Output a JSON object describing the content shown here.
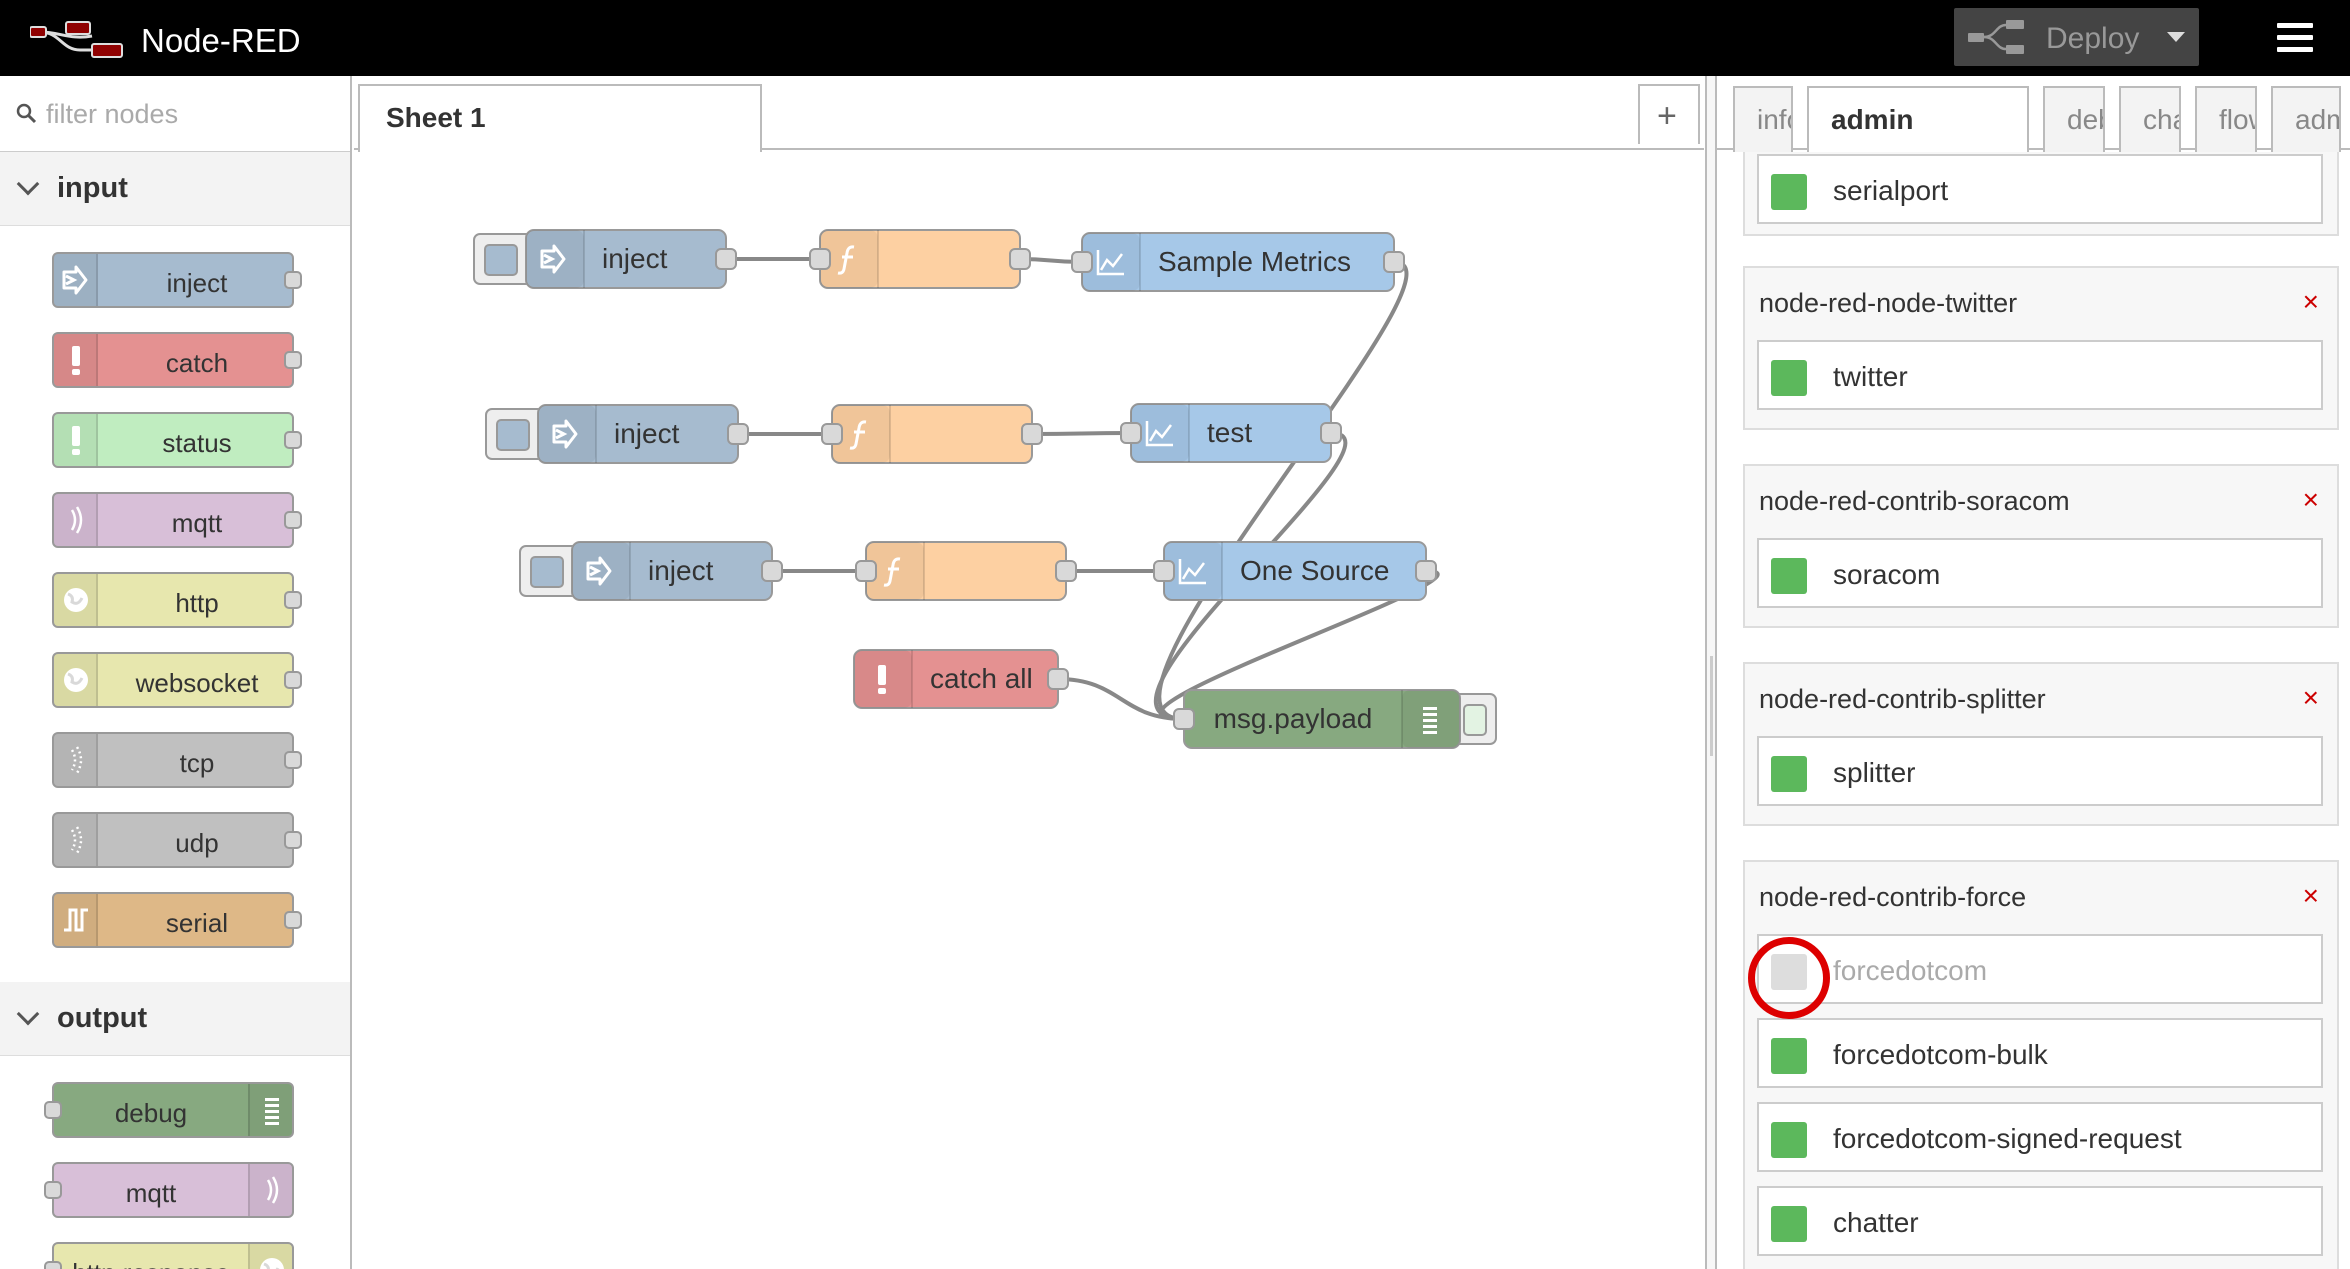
{
  "app": {
    "title": "Node-RED",
    "brand_color": "#8f0000"
  },
  "header": {
    "deploy_label": "Deploy",
    "menu_icon": "hamburger-menu-icon"
  },
  "palette": {
    "search_placeholder": "filter nodes",
    "categories": [
      {
        "label": "input",
        "nodes": [
          {
            "label": "inject",
            "color": "#a6bbcf",
            "icon": "inject-icon"
          },
          {
            "label": "catch",
            "color": "#e49191",
            "icon": "alert-icon"
          },
          {
            "label": "status",
            "color": "#c0edc0",
            "icon": "alert-icon"
          },
          {
            "label": "mqtt",
            "color": "#d8bfd8",
            "icon": "bridge-icon"
          },
          {
            "label": "http",
            "color": "#e7e7ae",
            "icon": "globe-icon"
          },
          {
            "label": "websocket",
            "color": "#e7e7ae",
            "icon": "globe-icon"
          },
          {
            "label": "tcp",
            "color": "#c0c0c0",
            "icon": "bridge-dash-icon"
          },
          {
            "label": "udp",
            "color": "#c0c0c0",
            "icon": "bridge-dash-icon"
          },
          {
            "label": "serial",
            "color": "#deb887",
            "icon": "serial-icon"
          }
        ]
      },
      {
        "label": "output",
        "nodes": [
          {
            "label": "debug",
            "color": "#87a980",
            "icon": "debug-icon"
          },
          {
            "label": "mqtt",
            "color": "#d8bfd8",
            "icon": "bridge-icon"
          },
          {
            "label": "http response",
            "color": "#e7e7ae",
            "icon": "globe-icon"
          }
        ]
      }
    ]
  },
  "workspace": {
    "tabs": [
      {
        "label": "Sheet 1"
      }
    ],
    "add_tab_label": "+",
    "flow_nodes": [
      {
        "id": "inj1",
        "label": "inject",
        "type": "inject",
        "color": "#a6bbcf"
      },
      {
        "id": "fn1",
        "label": "",
        "type": "function",
        "color": "#fdd0a2"
      },
      {
        "id": "chart1",
        "label": "Sample Metrics",
        "type": "chart",
        "color": "#a6c8e8"
      },
      {
        "id": "inj2",
        "label": "inject",
        "type": "inject",
        "color": "#a6bbcf"
      },
      {
        "id": "fn2",
        "label": "",
        "type": "function",
        "color": "#fdd0a2"
      },
      {
        "id": "chart2",
        "label": "test",
        "type": "chart",
        "color": "#a6c8e8"
      },
      {
        "id": "inj3",
        "label": "inject",
        "type": "inject",
        "color": "#a6bbcf"
      },
      {
        "id": "fn3",
        "label": "",
        "type": "function",
        "color": "#fdd0a2"
      },
      {
        "id": "chart3",
        "label": "One Source",
        "type": "chart",
        "color": "#a6c8e8"
      },
      {
        "id": "catch1",
        "label": "catch all",
        "type": "catch",
        "color": "#e49191"
      },
      {
        "id": "debug1",
        "label": "msg.payload",
        "type": "debug",
        "color": "#87a980"
      }
    ],
    "wires": [
      [
        "inj1",
        "fn1"
      ],
      [
        "fn1",
        "chart1"
      ],
      [
        "inj2",
        "fn2"
      ],
      [
        "fn2",
        "chart2"
      ],
      [
        "inj3",
        "fn3"
      ],
      [
        "fn3",
        "chart3"
      ],
      [
        "chart1",
        "debug1"
      ],
      [
        "chart2",
        "debug1"
      ],
      [
        "chart3",
        "debug1"
      ],
      [
        "catch1",
        "debug1"
      ]
    ]
  },
  "sidebar": {
    "tabs": [
      {
        "label": "info",
        "active": false
      },
      {
        "label": "admin",
        "active": true
      },
      {
        "label": "debug",
        "active": false
      },
      {
        "label": "chart",
        "active": false
      },
      {
        "label": "flow",
        "active": false
      },
      {
        "label": "admin",
        "active": false
      }
    ],
    "modules": [
      {
        "name": "",
        "delete_label": "",
        "sets": [
          {
            "label": "serialport",
            "enabled": true
          }
        ]
      },
      {
        "name": "node-red-node-twitter",
        "delete_label": "×",
        "sets": [
          {
            "label": "twitter",
            "enabled": true
          }
        ]
      },
      {
        "name": "node-red-contrib-soracom",
        "delete_label": "×",
        "sets": [
          {
            "label": "soracom",
            "enabled": true
          }
        ]
      },
      {
        "name": "node-red-contrib-splitter",
        "delete_label": "×",
        "sets": [
          {
            "label": "splitter",
            "enabled": true
          }
        ]
      },
      {
        "name": "node-red-contrib-force",
        "delete_label": "×",
        "sets": [
          {
            "label": "forcedotcom",
            "enabled": false
          },
          {
            "label": "forcedotcom-bulk",
            "enabled": true
          },
          {
            "label": "forcedotcom-signed-request",
            "enabled": true
          },
          {
            "label": "chatter",
            "enabled": true
          }
        ]
      }
    ]
  }
}
